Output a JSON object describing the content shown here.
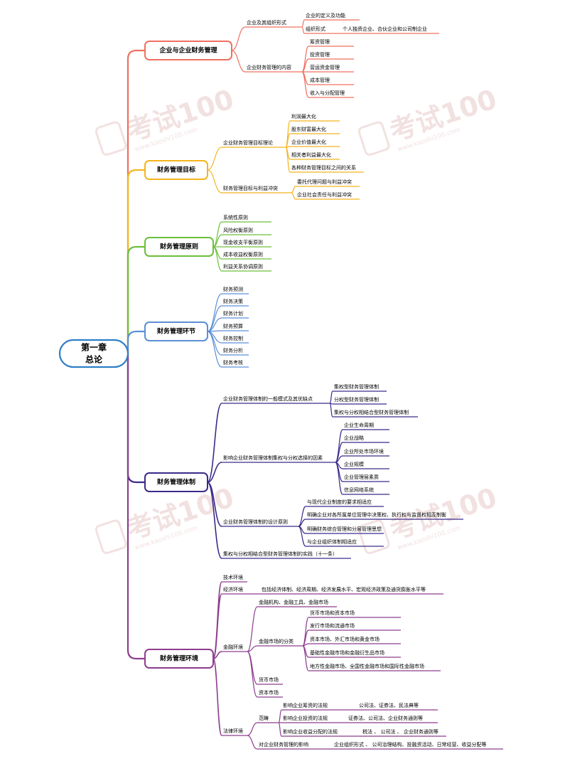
{
  "watermark": {
    "text": "考试100",
    "url": "www.kaoshi100.com",
    "color": "#e9c9c9"
  },
  "root": {
    "line1": "第一章",
    "line2": "总论"
  },
  "colors": {
    "root": "#2f7fc7",
    "b1": "#f07060",
    "b2": "#f5b41e",
    "b3": "#6cbf3c",
    "b4": "#5b8fd6",
    "b5": "#3b2a8a",
    "b6": "#8e3d8e"
  },
  "branches": [
    {
      "label": "企业与企业财务管理",
      "children": [
        {
          "label": "企业及其组织形式",
          "children": [
            {
              "label": "企业的定义及功能"
            },
            {
              "label": "组织形式",
              "detail": "个人独资企业、合伙企业和公司制企业"
            }
          ]
        },
        {
          "label": "企业财务管理的内容",
          "children": [
            {
              "label": "筹资管理"
            },
            {
              "label": "投资管理"
            },
            {
              "label": "营运资金管理"
            },
            {
              "label": "成本管理"
            },
            {
              "label": "收入与分配管理"
            }
          ]
        }
      ]
    },
    {
      "label": "财务管理目标",
      "children": [
        {
          "label": "企业财务管理目标理论",
          "children": [
            {
              "label": "利润最大化"
            },
            {
              "label": "股东财富最大化"
            },
            {
              "label": "企业价值最大化"
            },
            {
              "label": "相关者利益最大化"
            },
            {
              "label": "各种财务管理目标之间的关系"
            }
          ]
        },
        {
          "label": "财务管理目标与利益冲突",
          "children": [
            {
              "label": "委托代理问题与利益冲突"
            },
            {
              "label": "企业社会责任与利益冲突"
            }
          ]
        }
      ]
    },
    {
      "label": "财务管理原则",
      "children": [
        {
          "label": "系统性原则"
        },
        {
          "label": "风险权衡原则"
        },
        {
          "label": "现金收支平衡原则"
        },
        {
          "label": "成本收益权衡原则"
        },
        {
          "label": "利益关系协调原则"
        }
      ]
    },
    {
      "label": "财务管理环节",
      "children": [
        {
          "label": "财务预测"
        },
        {
          "label": "财务决策"
        },
        {
          "label": "财务计划"
        },
        {
          "label": "财务预算"
        },
        {
          "label": "财务控制"
        },
        {
          "label": "财务分析"
        },
        {
          "label": "财务考核"
        }
      ]
    },
    {
      "label": "财务管理体制",
      "children": [
        {
          "label": "企业财务管理体制的一般模式及其优缺点",
          "children": [
            {
              "label": "集权型财务管理体制"
            },
            {
              "label": "分权型财务管理体制"
            },
            {
              "label": "集权与分权相结合型财务管理体制"
            }
          ]
        },
        {
          "label": "影响企业财务管理体制集权与分权选择的因素",
          "children": [
            {
              "label": "企业生命周期"
            },
            {
              "label": "企业战略"
            },
            {
              "label": "企业所处市场环境"
            },
            {
              "label": "企业规模"
            },
            {
              "label": "企业管理层素质"
            },
            {
              "label": "信息网络系统"
            }
          ]
        },
        {
          "label": "企业财务管理体制的设计原则",
          "children": [
            {
              "label": "与现代企业制度的要求相适应"
            },
            {
              "label": "明确企业对各所属单位管理中决策权、执行权与监督权相互制衡"
            },
            {
              "label": "明确财务综合管理和分层管理思想"
            },
            {
              "label": "与企业组织体制相适应"
            }
          ]
        },
        {
          "label": "集权与分权相结合型财务管理体制的实践（十一条）"
        }
      ]
    },
    {
      "label": "财务管理环境",
      "children": [
        {
          "label": "技术环境"
        },
        {
          "label": "经济环境",
          "detail": "包括经济体制、经济周期、经济发展水平、宏观经济政策及通货膨胀水平等"
        },
        {
          "label": "金融环境",
          "children": [
            {
              "label": "金融机构、金融工具、金融市场"
            },
            {
              "label": "金融市场的分类",
              "children": [
                {
                  "label": "货币市场和资本市场"
                },
                {
                  "label": "发行市场和流通市场"
                },
                {
                  "label": "资本市场、外汇市场和黄金市场"
                },
                {
                  "label": "基础性金融市场和金融衍生品市场"
                },
                {
                  "label": "地方性金融市场、全国性金融市场和国际性金融市场"
                }
              ]
            },
            {
              "label": "货币市场"
            },
            {
              "label": "资本市场"
            }
          ]
        },
        {
          "label": "法律环境",
          "children": [
            {
              "label": "范畴",
              "children": [
                {
                  "label": "影响企业筹资的法规",
                  "detail": "公司法、证券法、民法典等"
                },
                {
                  "label": "影响企业投资的法规",
                  "detail": "证券法、公司法、企业财务通则等"
                },
                {
                  "label": "影响企业收益分配的法规",
                  "detail": "税法 、 公司法 、 企业财务通则等"
                }
              ]
            },
            {
              "label": "对企业财务管理的影响",
              "detail": "企业组织形式 、 公司治理结构、投融资活动、日常经营、收益分配等"
            }
          ]
        }
      ]
    }
  ]
}
